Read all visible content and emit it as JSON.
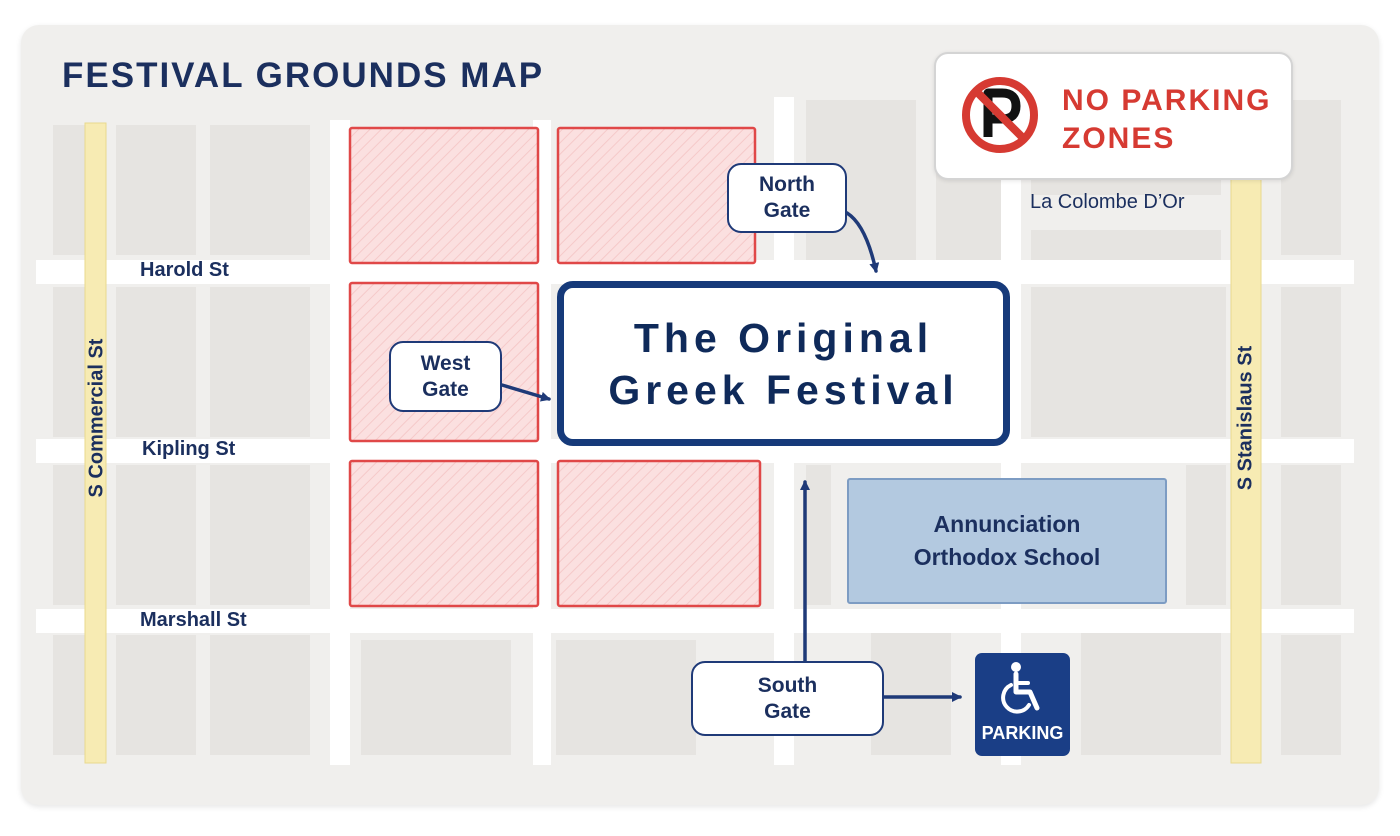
{
  "map": {
    "title": "FESTIVAL GROUNDS MAP",
    "colors": {
      "background": "#f0efed",
      "road": "#ffffff",
      "main_road": "#f7ebb3",
      "no_parking_fill": "#fbe0e0",
      "no_parking_border": "#e04848",
      "venue_border": "#163a7a",
      "school_fill": "#b3c9e0",
      "arrow": "#1f3a78",
      "text": "#1b2f5e",
      "warning": "#d63a32"
    }
  },
  "streets": {
    "harold": "Harold St",
    "kipling": "Kipling St",
    "marshall": "Marshall St",
    "commercial": "S Commercial St",
    "stanislaus": "S Stanislaus St"
  },
  "places": {
    "restaurant": "La Colombe D’Or",
    "venue": {
      "line1": "The Original",
      "line2": "Greek Festival"
    },
    "school": {
      "line1": "Annunciation",
      "line2": "Orthodox School"
    }
  },
  "gates": {
    "north": {
      "line1": "North",
      "line2": "Gate"
    },
    "west": {
      "line1": "West",
      "line2": "Gate"
    },
    "south": {
      "line1": "South",
      "line2": "Gate"
    }
  },
  "legend": {
    "no_parking": {
      "line1": "NO PARKING",
      "line2": "ZONES",
      "icon": "no-parking-icon"
    },
    "accessible_parking": {
      "label": "PARKING",
      "icon": "wheelchair-icon"
    }
  }
}
